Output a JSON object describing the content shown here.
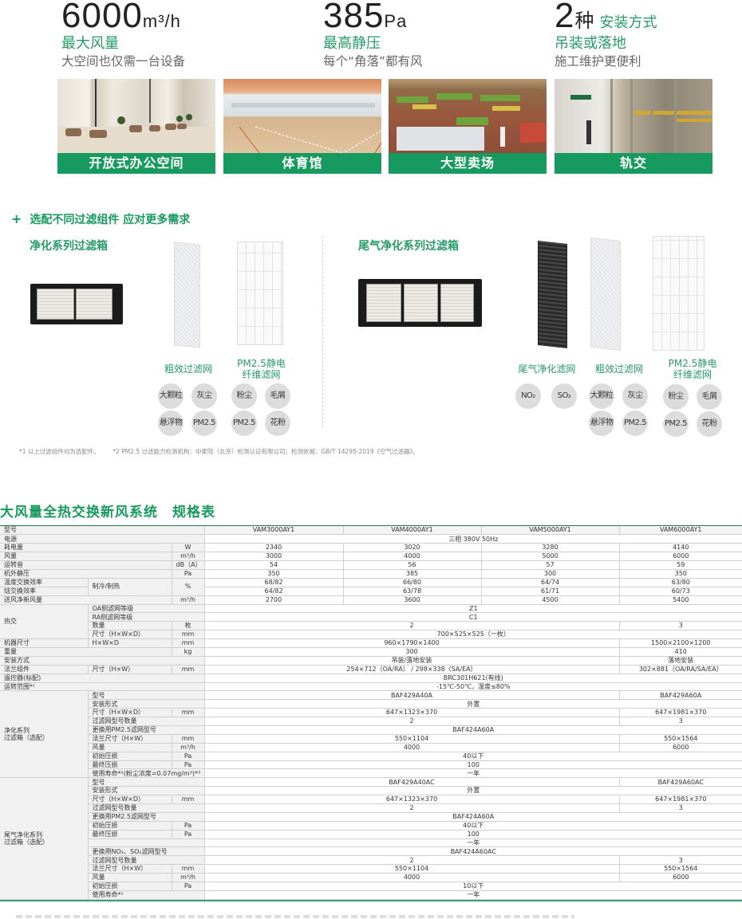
{
  "stats": [
    {
      "num": "6000",
      "unit": "m³/h",
      "green_inline": "",
      "title": "最大风量",
      "subtitle": "大空间也仅需一台设备"
    },
    {
      "num": "385",
      "unit": "Pa",
      "green_inline": "",
      "title": "最高静压",
      "subtitle": "每个“角落”都有风"
    },
    {
      "num": "2",
      "unit": "种",
      "green_inline": "安装方式",
      "title": "吊装或落地",
      "subtitle": "施工维护更便利"
    }
  ],
  "scenes": [
    {
      "label": "开放式办公空间"
    },
    {
      "label": "体育馆"
    },
    {
      "label": "大型卖场"
    },
    {
      "label": "轨交"
    }
  ],
  "filters": {
    "heading_plus": "+",
    "heading": "选配不同过滤组件 应对更多需求",
    "groups": [
      {
        "title": "净化系列过滤箱",
        "components": [
          {
            "label": "粗效过滤网",
            "chips": [
              "大颗粒",
              "灰尘",
              "悬浮物",
              "PM2.5"
            ]
          },
          {
            "label_line1": "PM2.5静电",
            "label_line2": "纤维滤网",
            "chips": [
              "粉尘",
              "毛屑",
              "PM2.5",
              "花粉"
            ]
          }
        ]
      },
      {
        "title": "尾气净化系列过滤箱",
        "components": [
          {
            "label": "尾气净化滤网",
            "chips": [
              "NO₂",
              "SO₂"
            ]
          },
          {
            "label": "粗效过滤网",
            "chips": [
              "大颗粒",
              "灰尘",
              "悬浮物",
              "PM2.5"
            ]
          },
          {
            "label_line1": "PM2.5静电",
            "label_line2": "纤维滤网",
            "chips": [
              "粉尘",
              "毛屑",
              "PM2.5",
              "花粉"
            ]
          }
        ]
      }
    ],
    "notes": [
      "*1 以上过滤组件均为选配件。",
      "*2 PM2.5 过滤能力检测机构：中家院（北京）检测认证有限公司；检测依据：GB/T 14295-2019《空气过滤器》。"
    ]
  },
  "spec": {
    "title": "大风量全热交换新风系统　规格表",
    "models": [
      "VAM3000AY1",
      "VAM4000AY1",
      "VAM5000AY1",
      "VAM6000AY1"
    ],
    "rows": {
      "model": "型号",
      "power_supply": {
        "label": "电源",
        "value": "三相 380V 50Hz"
      },
      "power_consumption": {
        "label": "耗电量",
        "unit": "W",
        "values": [
          "2340",
          "3020",
          "3280",
          "4140"
        ]
      },
      "airflow": {
        "label": "风量",
        "unit": "m³/h",
        "values": [
          "3000",
          "4000",
          "5000",
          "6000"
        ]
      },
      "noise": {
        "label": "运转音",
        "unit": "dB（A）",
        "values": [
          "54",
          "56",
          "57",
          "59"
        ]
      },
      "static_pressure": {
        "label": "机外静压",
        "unit": "Pa",
        "values": [
          "350",
          "385",
          "300",
          "350"
        ]
      },
      "temp_eff": {
        "label": "温度交换效率",
        "values": [
          "68/82",
          "66/80",
          "64/74",
          "63/80"
        ]
      },
      "enthalpy_eff": {
        "label": "焓交换效率",
        "values": [
          "64/82",
          "63/78",
          "61/71",
          "60/73"
        ]
      },
      "eff_sub": "制冷/制热",
      "eff_unit": "%",
      "fresh_air": {
        "label": "送风净新风量",
        "unit": "m³/h",
        "values": [
          "2700",
          "3600",
          "4500",
          "5400"
        ]
      },
      "heat_exchanger": {
        "label": "热交",
        "oa": {
          "label": "OA侧滤网等级",
          "value": "Z1"
        },
        "ra": {
          "label": "RA侧滤网等级",
          "value": "C1"
        },
        "qty": {
          "label": "数量",
          "unit": "枚",
          "value_a": "2",
          "value_b": "3"
        },
        "size": {
          "label": "尺寸（H×W×D）",
          "unit": "mm",
          "value": "700×525×525（一枚）"
        }
      },
      "machine_size": {
        "label": "机器尺寸",
        "sub": "H×W×D",
        "unit": "mm",
        "value_a": "960×1790×1400",
        "value_b": "1500×2100×1200"
      },
      "weight": {
        "label": "重量",
        "unit": "kg",
        "value_a": "300",
        "value_b": "410"
      },
      "install": {
        "label": "安装方式",
        "value_a": "吊装/落地安装",
        "value_b": "落地安装"
      },
      "flange": {
        "label": "法兰组件",
        "sub": "尺寸（H×W）",
        "unit": "mm",
        "value_a": "254×712（OA/RA） / 298×338（SA/EA）",
        "value_b": "302×881（OA/RA/SA/EA）"
      },
      "remote": {
        "label": "遥控器(标配)",
        "value": "BRC301H621(有线)"
      },
      "range": {
        "label": "运转范围*¹",
        "value": "-15℃-50℃，湿度≤80%"
      }
    },
    "purify_box": {
      "label_line1": "净化系列",
      "label_line2": "过滤箱（选配）",
      "rows": [
        {
          "label": "型号",
          "unit": "",
          "a": "BAF429A40A",
          "b": "BAF429A60A"
        },
        {
          "label": "安装形式",
          "unit": "",
          "span": "外置"
        },
        {
          "label": "尺寸（H×W×D）",
          "unit": "mm",
          "a": "647×1323×370",
          "b": "647×1981×370"
        },
        {
          "label": "过滤网型号数量",
          "unit": "",
          "a": "2",
          "b": "3"
        },
        {
          "label": "更换用PM2.5滤网型号",
          "unit": "",
          "span": "BAF424A60A"
        },
        {
          "label": "法兰尺寸（H×W）",
          "unit": "mm",
          "a": "550×1104",
          "b": "550×1564"
        },
        {
          "label": "风量",
          "unit": "m³/h",
          "a": "4000",
          "b": "6000"
        },
        {
          "label": "初始压损",
          "unit": "Pa",
          "span": "40以下"
        },
        {
          "label": "最终压损",
          "unit": "Pa",
          "span": "100"
        },
        {
          "label": "使用寿命*²(粉尘浓度=0.07mg/m³)*³",
          "unit": "",
          "span": "一年"
        }
      ]
    },
    "exhaust_box": {
      "label_line1": "尾气净化系列",
      "label_line2": "过滤箱（选配）",
      "rows": [
        {
          "label": "型号",
          "unit": "",
          "a": "BAF429A40AC",
          "b": "BAF429A60AC"
        },
        {
          "label": "安装形式",
          "unit": "",
          "span": "外置"
        },
        {
          "label": "尺寸（H×W×D）",
          "unit": "mm",
          "a": "647×1323×370",
          "b": "647×1981×370"
        },
        {
          "label": "过滤网型号数量",
          "unit": "",
          "a": "2",
          "b": "3"
        },
        {
          "label": "更换用PM2.5滤网型号",
          "unit": "",
          "span": "BAF424A60A"
        },
        {
          "label": "初始压损",
          "unit": "Pa",
          "span": "40以下"
        },
        {
          "label": "最终压损",
          "unit": "Pa",
          "span": "100"
        },
        {
          "label": "",
          "unit": "",
          "span": "一年"
        },
        {
          "label": "更换用NO₂、SO₂滤网型号",
          "unit": "",
          "span": "BAF424A60AC"
        },
        {
          "label": "过滤网型号数量",
          "unit": "",
          "a": "2",
          "b": "3"
        },
        {
          "label": "法兰尺寸（H×W）",
          "unit": "mm",
          "a": "550×1104",
          "b": "550×1564"
        },
        {
          "label": "风量",
          "unit": "m³/h",
          "a": "4000",
          "b": "6000"
        },
        {
          "label": "初始压损",
          "unit": "Pa",
          "span": "10以下"
        },
        {
          "label": "使用寿命*²",
          "unit": "",
          "span": "一年"
        }
      ]
    }
  }
}
